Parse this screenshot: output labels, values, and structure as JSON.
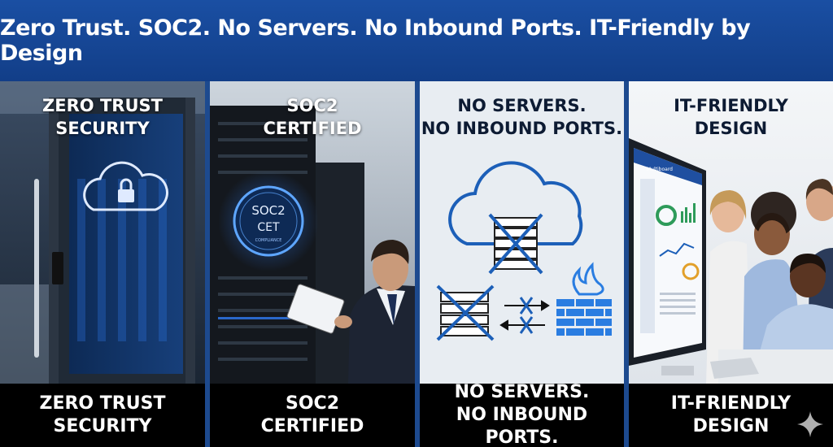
{
  "banner": {
    "title": "Zero Trust. SOC2. No Servers. No Inbound Ports. IT-Friendly by Design"
  },
  "panels": [
    {
      "heading": [
        "ZERO TRUST",
        "SECURITY"
      ],
      "caption": [
        "ZERO TRUST",
        "SECURITY"
      ]
    },
    {
      "heading": [
        "SOC2",
        "CERTIFIED"
      ],
      "caption": [
        "SOC2",
        "CERTIFIED"
      ],
      "badge": [
        "SOC2",
        "CET",
        "COMPLIANCE"
      ]
    },
    {
      "heading": [
        "NO SERVERS.",
        "NO INBOUND PORTS."
      ],
      "caption": [
        "NO SERVERS.",
        "NO INBOUND PORTS."
      ]
    },
    {
      "heading": [
        "IT-FRIENDLY",
        "DESIGN"
      ],
      "caption": [
        "IT-FRIENDLY",
        "DESIGN"
      ],
      "screen_title": "Multiboard"
    }
  ],
  "colors": {
    "banner": "#1a4fa3",
    "accent": "#1d6fd6",
    "caption_bg": "#000000",
    "cross": "#1c5fb8",
    "fire": "#2a7de1"
  },
  "icons": [
    "cloud-lock-icon",
    "server-crossed-icon",
    "arrows-crossed-icon",
    "firewall-fire-icon",
    "sparkle-icon"
  ]
}
